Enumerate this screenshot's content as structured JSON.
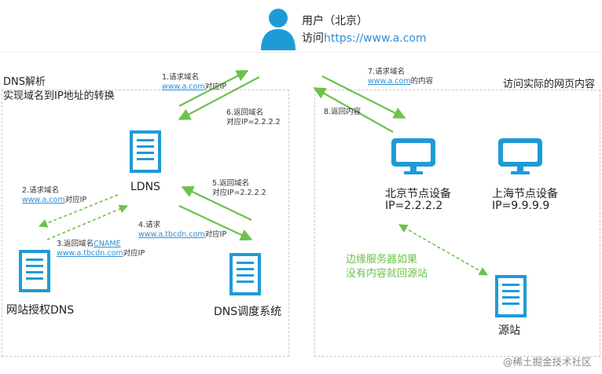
{
  "user": {
    "title": "用户（北京）",
    "visit_prefix": "访问",
    "visit_url": "https://www.a.com"
  },
  "left_panel": {
    "title_line1": "DNS解析",
    "title_line2": "实现域名到IP地址的转换"
  },
  "right_panel": {
    "title": "访问实际的网页内容"
  },
  "nodes": {
    "ldns": "LDNS",
    "auth_dns": "网站授权DNS",
    "dns_sched": "DNS调度系统",
    "beijing_name": "北京节点设备",
    "beijing_ip": "IP=2.2.2.2",
    "shanghai_name": "上海节点设备",
    "shanghai_ip": "IP=9.9.9.9",
    "origin": "源站"
  },
  "steps": {
    "s1_a": "1.请求域名",
    "s1_link": "www.a.com",
    "s1_b": "对应IP",
    "s2_a": "2.请求域名",
    "s2_link": "www.a.com",
    "s2_b": "对应IP",
    "s3_a": "3.返回域名",
    "s3_cname": "CNAME",
    "s3_link": "www.a.tbcdn.com",
    "s3_b": "对应IP",
    "s4_a": "4.请求",
    "s4_link": "www.a.tbcdn.com",
    "s4_b": "对应IP",
    "s5_a": "5.返回域名",
    "s5_b": "对应IP=2.2.2.2",
    "s6_a": "6.返回域名",
    "s6_b": "对应IP=2.2.2.2",
    "s7_a": "7.请求域名",
    "s7_link": "www.a.com",
    "s7_b": "的内容",
    "s8": "8.返回内容"
  },
  "edge_note": {
    "line1": "边缘服务器如果",
    "line2": "没有内容就回源站"
  },
  "watermark": "@稀土掘金技术社区",
  "colors": {
    "green": "#6cc24a",
    "blue": "#2f8fd6",
    "icon": "#1e9bd7"
  }
}
